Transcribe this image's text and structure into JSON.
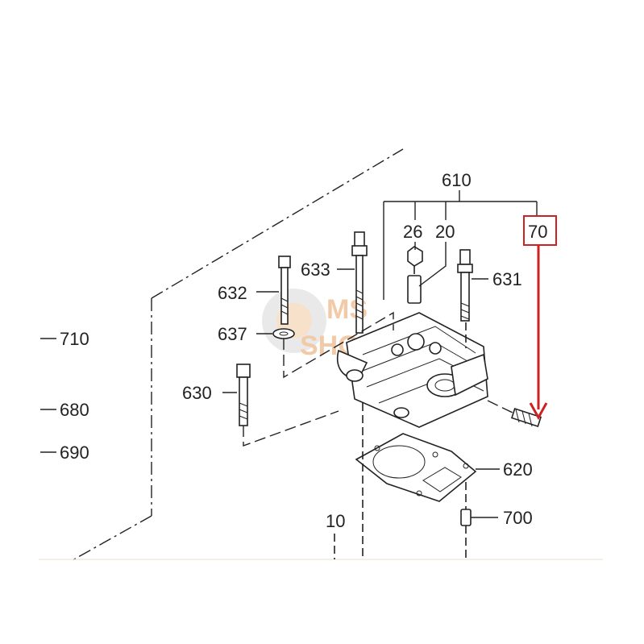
{
  "labels": {
    "p610": "610",
    "p26": "26",
    "p20": "20",
    "p70": "70",
    "p633": "633",
    "p632": "632",
    "p631": "631",
    "p637": "637",
    "p630": "630",
    "p620": "620",
    "p700": "700",
    "p10": "10",
    "p710": "710",
    "p680": "680",
    "p690": "690"
  },
  "watermark": {
    "line1": "MS",
    "line2": "SHOP"
  },
  "colors": {
    "highlight": "#cc2222",
    "ink": "#222222",
    "watermark": "#e8a060"
  },
  "icons": {
    "watermark_logo": "ms-shop-logo-icon",
    "arrow": "arrow-down-icon"
  }
}
